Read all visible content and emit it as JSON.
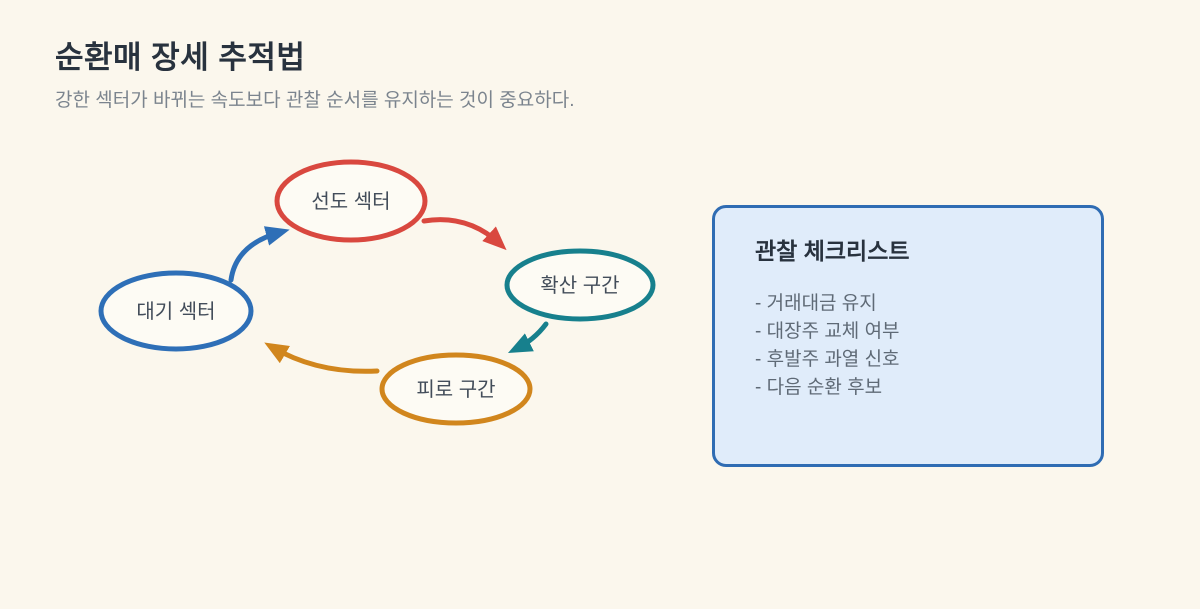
{
  "page": {
    "title": "순환매 장세 추적법",
    "subtitle": "강한 섹터가 바뀌는 속도보다 관찰 순서를 유지하는 것이 중요하다."
  },
  "colors": {
    "background": "#fbf7ed",
    "title_text": "#28323e",
    "subtitle_text": "#7b848e",
    "node_label_text": "#434d5a",
    "leading_sector": "#d9483f",
    "diffusion_zone": "#17808d",
    "fatigue_zone": "#d1861d",
    "waiting_sector": "#2e6fb7",
    "panel_fill": "#e0ecfa",
    "panel_border": "#2f6cb3"
  },
  "cycle": {
    "nodes": [
      {
        "id": "leading",
        "label": "선도 섹터",
        "color": "#d9483f"
      },
      {
        "id": "diffusion",
        "label": "확산 구간",
        "color": "#17808d"
      },
      {
        "id": "fatigue",
        "label": "피로 구간",
        "color": "#d1861d"
      },
      {
        "id": "waiting",
        "label": "대기 섹터",
        "color": "#2e6fb7"
      }
    ],
    "arrows": [
      {
        "from": "leading",
        "to": "diffusion",
        "color": "#d9483f"
      },
      {
        "from": "diffusion",
        "to": "fatigue",
        "color": "#17808d"
      },
      {
        "from": "fatigue",
        "to": "waiting",
        "color": "#d1861d"
      },
      {
        "from": "waiting",
        "to": "leading",
        "color": "#2e6fb7"
      }
    ]
  },
  "checklist": {
    "title": "관찰 체크리스트",
    "items": [
      "- 거래대금 유지",
      "- 대장주 교체 여부",
      "- 후발주 과열 신호",
      "- 다음 순환 후보"
    ]
  }
}
